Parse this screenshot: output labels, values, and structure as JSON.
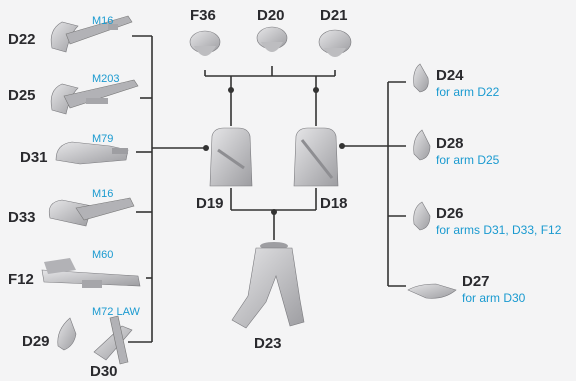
{
  "left_parts": [
    {
      "code": "D22",
      "weapon": "M16"
    },
    {
      "code": "D25",
      "weapon": "M203"
    },
    {
      "code": "D31",
      "weapon": "M79"
    },
    {
      "code": "D33",
      "weapon": "M16"
    },
    {
      "code": "F12",
      "weapon": "M60"
    },
    {
      "code": "D29",
      "weapon": ""
    },
    {
      "code": "D30",
      "weapon": "M72 LAW"
    }
  ],
  "heads": [
    {
      "code": "F36"
    },
    {
      "code": "D20"
    },
    {
      "code": "D21"
    }
  ],
  "torsos": [
    {
      "code": "D19"
    },
    {
      "code": "D18"
    }
  ],
  "legs": {
    "code": "D23"
  },
  "right_parts": [
    {
      "code": "D24",
      "note": "for arm D22"
    },
    {
      "code": "D28",
      "note": "for arm D25"
    },
    {
      "code": "D26",
      "note": "for arms D31, D33, F12"
    },
    {
      "code": "D27",
      "note": "for arm D30"
    }
  ],
  "colors": {
    "line": "#333333",
    "accent": "#1a9ad0",
    "text": "#2a2a2e",
    "resin": "#c9c9cb"
  }
}
